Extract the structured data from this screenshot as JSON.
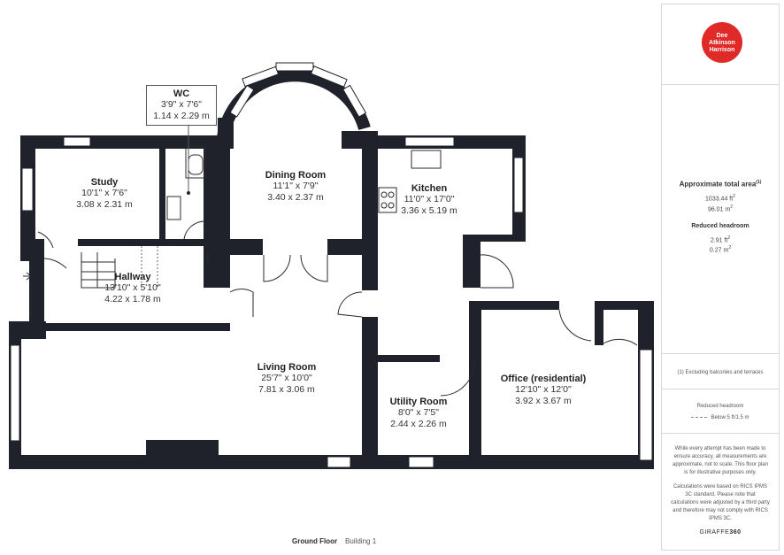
{
  "floor_label": "Ground Floor",
  "building_label": "Building 1",
  "rooms": [
    {
      "name": "WC",
      "imperial": "3'9\" x 7'6\"",
      "metric": "1.14 x 2.29 m"
    },
    {
      "name": "Study",
      "imperial": "10'1\" x 7'6\"",
      "metric": "3.08 x 2.31 m"
    },
    {
      "name": "Dining Room",
      "imperial": "11'1\" x 7'9\"",
      "metric": "3.40 x 2.37 m"
    },
    {
      "name": "Kitchen",
      "imperial": "11'0\" x 17'0\"",
      "metric": "3.36 x 5.19 m"
    },
    {
      "name": "Hallway",
      "imperial": "13'10\" x 5'10\"",
      "metric": "4.22 x 1.78 m"
    },
    {
      "name": "Living Room",
      "imperial": "25'7\" x 10'0\"",
      "metric": "7.81 x 3.06 m"
    },
    {
      "name": "Utility Room",
      "imperial": "8'0\" x 7'5\"",
      "metric": "2.44 x 2.26 m"
    },
    {
      "name": "Office (residential)",
      "imperial": "12'10\" x 12'0\"",
      "metric": "3.92 x 3.67 m"
    }
  ],
  "sidebar": {
    "logo_lines": [
      "Dee",
      "Atkinson",
      "Harrison"
    ],
    "total_area_title": "Approximate total area",
    "total_area_marker": "(1)",
    "total_area_ft": "1033.44 ft",
    "total_area_m": "96.01 m",
    "reduced_headroom_title": "Reduced headroom",
    "reduced_ft": "2.91 ft",
    "reduced_m": "0.27 m",
    "exclusion_note": "(1) Excluding balconies and terraces",
    "legend_title": "Reduced headroom",
    "legend_item": "Below 5 ft/1.5 m",
    "disclaimer": "While every attempt has been made to ensure accuracy, all measurements are approximate, not to scale. This floor plan is for illustrative purposes only.",
    "calc_note": "Calculations were based on RICS IPMS 3C standard. Please note that calculations were adjusted by a third party and therefore may not comply with RICS IPMS 3C.",
    "brand": "GIRAFFE",
    "brand_bold": "360"
  }
}
